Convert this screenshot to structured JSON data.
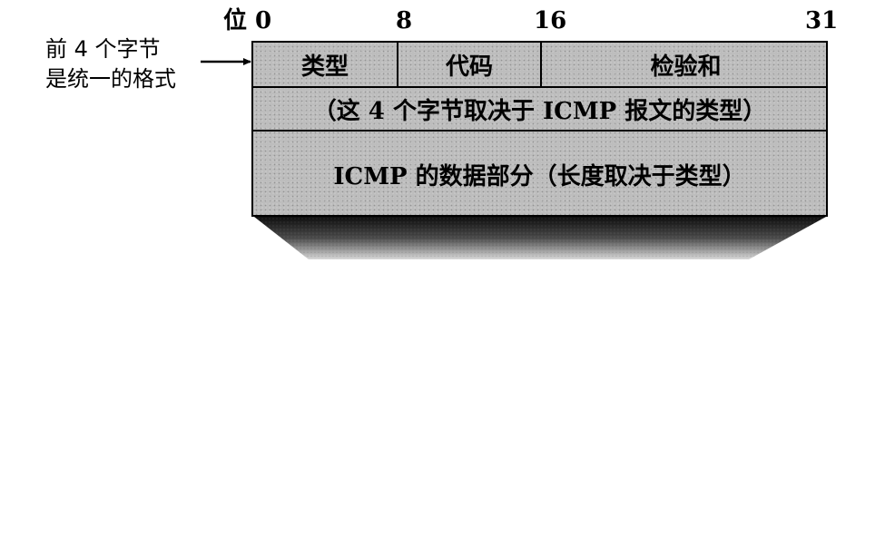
{
  "bit_labels": {
    "start": "位 0",
    "b8": "8",
    "b16": "16",
    "b31": "31"
  },
  "left_note": {
    "line1": "前 4 个字节",
    "line2": "是统一的格式"
  },
  "header": {
    "type": "类型",
    "code": "代码",
    "checksum": "检验和"
  },
  "second_row": "（这 4 个字节取决于 ICMP 报文的类型）",
  "data_row": "ICMP 的数据部分（长度取决于类型）"
}
